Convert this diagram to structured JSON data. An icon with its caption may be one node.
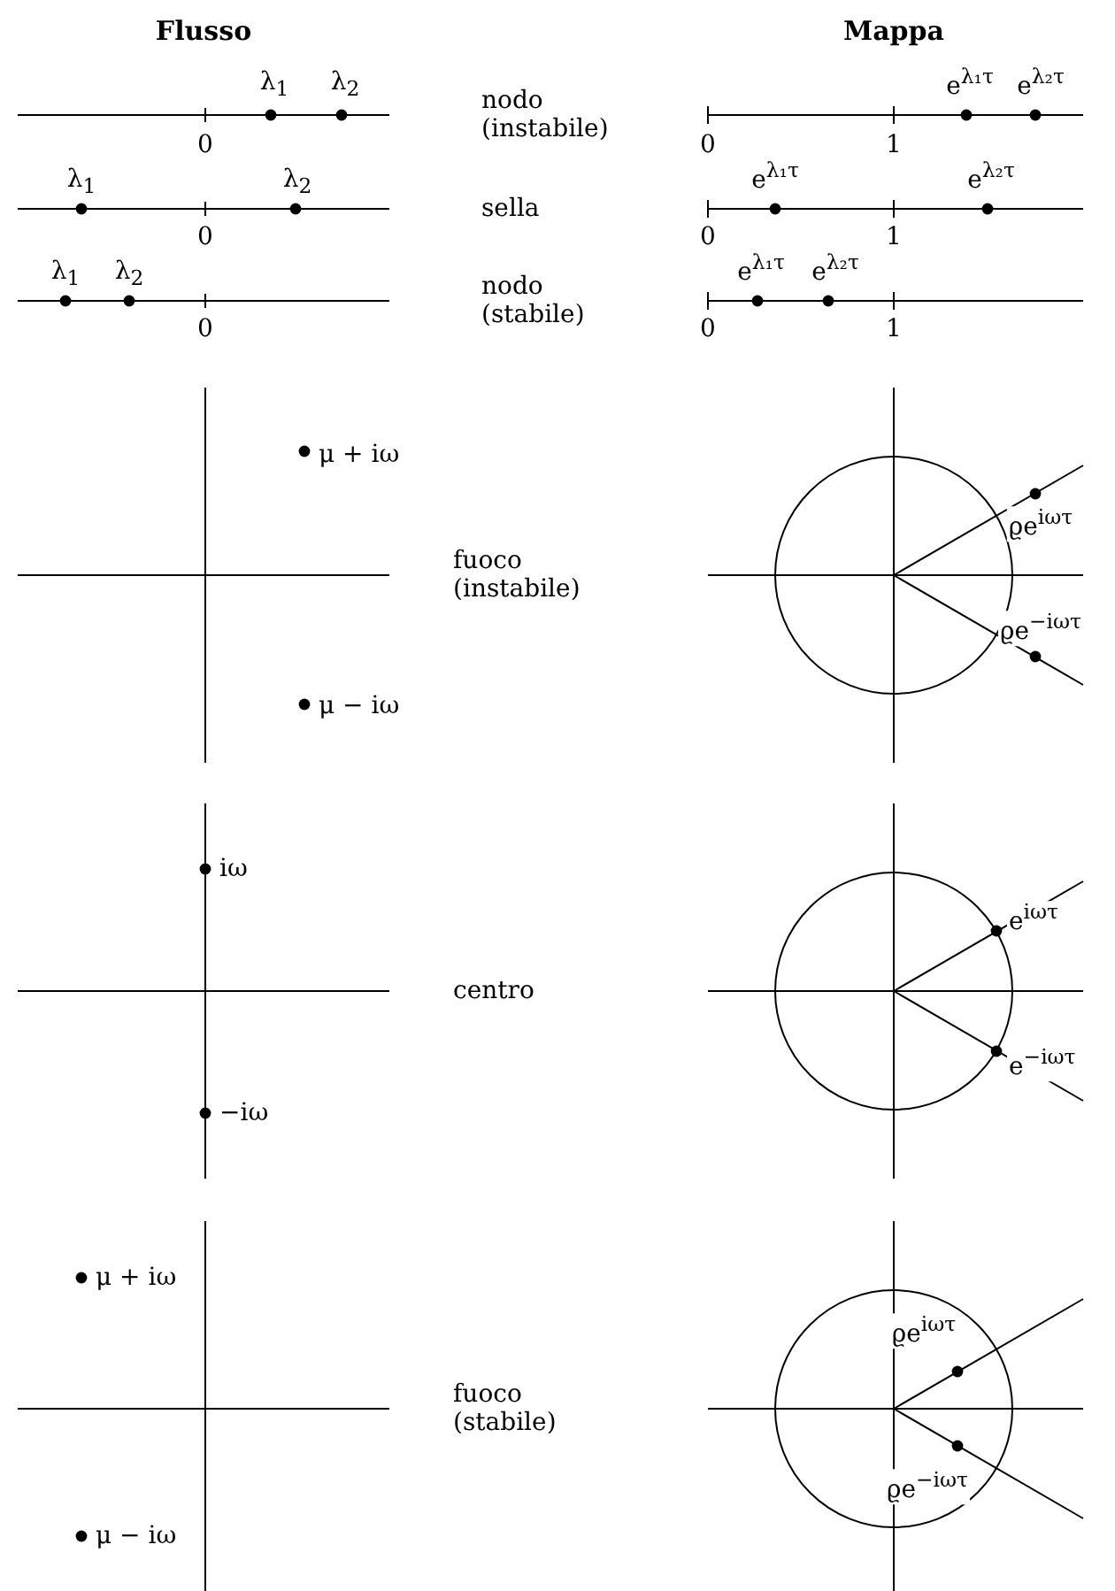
{
  "diagram": {
    "labels": [
      "Flusso",
      "Mappa",
      "λ$_{1}$",
      "λ$_{2}$",
      "0",
      "nodo (instabile)",
      "0",
      "1",
      "e$^{λ₁τ}$",
      "e$^{λ₂τ}$",
      "λ$_{1}$",
      "λ$_{2}$",
      "0",
      "sella",
      "0",
      "1",
      "e$^{λ₁τ}$",
      "e$^{λ₂τ}$",
      "λ$_{1}$",
      "λ$_{2}$",
      "0",
      "nodo (stabile)",
      "0",
      "1",
      "e$^{λ₁τ}$",
      "e$^{λ₂τ}$",
      "μ + iω",
      "μ − iω",
      "fuoco (instabile)",
      "ϱe$^{iωτ}$",
      "ϱe$^{−iωτ}$",
      "iω",
      "−iω",
      "centro",
      "e$^{iωτ}$",
      "e$^{−iωτ}$",
      "μ + iω",
      "μ − iω",
      "fuoco (stabile)",
      "ϱe$^{iωτ}$",
      "ϱe$^{−iωτ}$"
    ]
  }
}
